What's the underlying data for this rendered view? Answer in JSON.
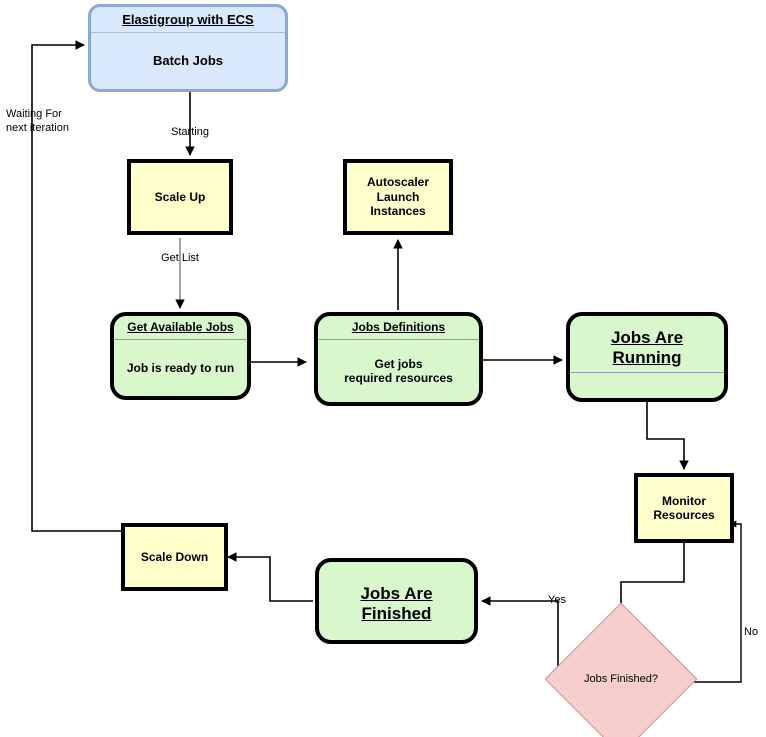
{
  "diagram": {
    "title_text": "",
    "colors": {
      "blue_fill": "#dae8fc",
      "blue_stroke": "#8ba7d4",
      "yellow_fill": "#ffffcc",
      "green_fill": "#d9f7cd",
      "diamond_fill": "#f8cecc",
      "diamond_stroke": "#d98d8a",
      "edge_stroke": "#000000"
    },
    "nodes": {
      "elastigroup": {
        "header": "Elastigroup with ECS",
        "body": "Batch Jobs"
      },
      "scale_up": {
        "body": "Scale Up"
      },
      "autoscaler": {
        "body": "Autoscaler\nLaunch\nInstances"
      },
      "get_available_jobs": {
        "header": "Get Available Jobs",
        "body": "Job is ready to run"
      },
      "jobs_definitions": {
        "header": "Jobs Definitions",
        "body": "Get jobs\nrequired resources"
      },
      "jobs_are_running": {
        "header": "Jobs Are\nRunning",
        "body": ""
      },
      "monitor_resources": {
        "body": "Monitor\nResources"
      },
      "jobs_finished_decision": {
        "label": "Jobs Finished?"
      },
      "jobs_are_finished": {
        "header": "Jobs Are\nFinished",
        "body": ""
      },
      "scale_down": {
        "body": "Scale Down"
      }
    },
    "edge_labels": {
      "waiting_for_next_iteration": "Waiting For\nnext iteration",
      "starting": "Starting",
      "get_list": "Get List",
      "yes": "Yes",
      "no": "No"
    }
  }
}
